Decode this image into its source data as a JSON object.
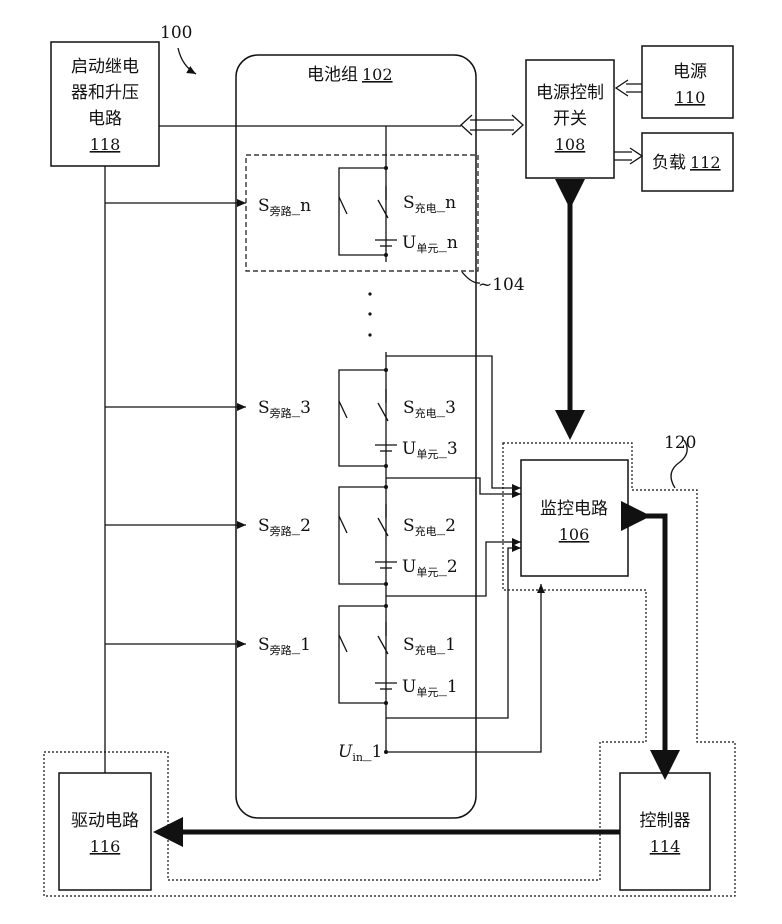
{
  "figure_ref": "100",
  "battery_pack": {
    "label": "电池组",
    "ref": "102"
  },
  "startup": {
    "line1": "启动继电",
    "line2": "器和升压",
    "line3": "电路",
    "ref": "118"
  },
  "power_switch": {
    "line1": "电源控制",
    "line2": "开关",
    "ref": "108"
  },
  "power_source": {
    "label": "电源",
    "ref": "110"
  },
  "load": {
    "label": "负载",
    "ref": "112"
  },
  "monitor": {
    "label": "监控电路",
    "ref": "106"
  },
  "controller": {
    "label": "控制器",
    "ref": "114"
  },
  "driver": {
    "label": "驱动电路",
    "ref": "116"
  },
  "cell_group_ref": "~104",
  "monitor_group_ref": "120",
  "cells": [
    {
      "bypass_main": "S",
      "bypass_sub": "旁路",
      "bypass_idx": "_n",
      "charge_main": "S",
      "charge_sub": "充电",
      "charge_idx": "_n",
      "u_main": "U",
      "u_sub": "单元",
      "u_idx": "_n"
    },
    {
      "bypass_main": "S",
      "bypass_sub": "旁路",
      "bypass_idx": "_3",
      "charge_main": "S",
      "charge_sub": "充电",
      "charge_idx": "_3",
      "u_main": "U",
      "u_sub": "单元",
      "u_idx": "_3"
    },
    {
      "bypass_main": "S",
      "bypass_sub": "旁路",
      "bypass_idx": "_2",
      "charge_main": "S",
      "charge_sub": "充电",
      "charge_idx": "_2",
      "u_main": "U",
      "u_sub": "单元",
      "u_idx": "_2"
    },
    {
      "bypass_main": "S",
      "bypass_sub": "旁路",
      "bypass_idx": "_1",
      "charge_main": "S",
      "charge_sub": "充电",
      "charge_idx": "_1",
      "u_main": "U",
      "u_sub": "单元",
      "u_idx": "_1"
    }
  ],
  "u_in": {
    "main": "U",
    "sub": "in",
    "idx": "_1"
  }
}
